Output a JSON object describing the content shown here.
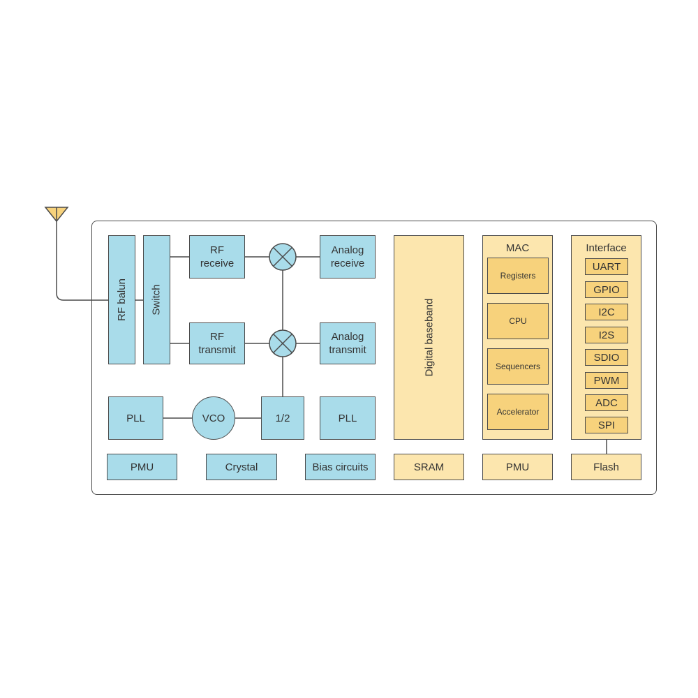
{
  "rf": {
    "balun": "RF balun",
    "switch": "Switch",
    "rf_receive": "RF\nreceive",
    "rf_transmit": "RF\ntransmit",
    "analog_receive": "Analog\nreceive",
    "analog_transmit": "Analog\ntransmit",
    "pll1": "PLL",
    "vco": "VCO",
    "divider": "1/2",
    "pll2": "PLL",
    "pmu": "PMU",
    "crystal": "Crystal",
    "bias": "Bias circuits"
  },
  "digital": {
    "baseband": "Digital baseband",
    "sram": "SRAM"
  },
  "mac": {
    "title": "MAC",
    "items": [
      "Registers",
      "CPU",
      "Sequencers",
      "Accelerator"
    ],
    "pmu": "PMU"
  },
  "interface": {
    "title": "Interface",
    "items": [
      "UART",
      "GPIO",
      "I2C",
      "I2S",
      "SDIO",
      "PWM",
      "ADC",
      "SPI"
    ],
    "flash": "Flash"
  },
  "colors": {
    "rf": "#a9dcea",
    "digital": "#fce6ae",
    "inner": "#f7d27c"
  }
}
